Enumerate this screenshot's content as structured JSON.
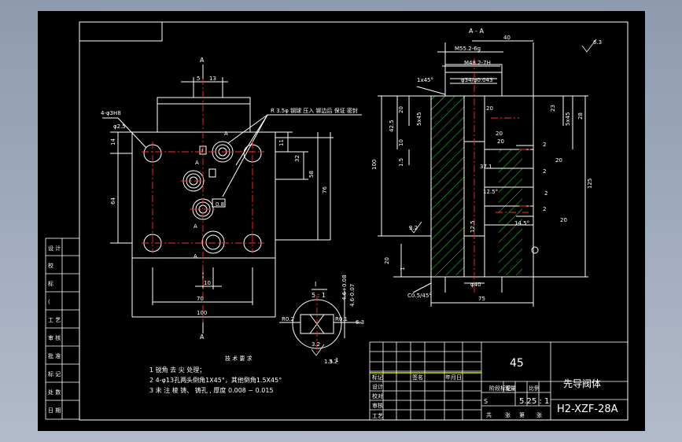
{
  "colors": {
    "background": "#a2acbe",
    "sheet": "#000000",
    "lines": "#ffffff",
    "center_lines": "#ff2b2b",
    "hatch": "#2ecc40",
    "accent_yellow": "#ffff00"
  },
  "section_mark": "A",
  "section_view_title": "A - A",
  "detail_view": {
    "label": "I",
    "scale": "5 : 1"
  },
  "front_view_labels": {
    "hole_callout_top": "4-φ3H8",
    "hole_callout_bottom": "φ2.5",
    "note_callout": "R 3.5φ 钢球 压入 铆边后 保证 密封",
    "ref_marks": [
      "A",
      "A",
      "A",
      "A"
    ],
    "tag_I": "I"
  },
  "front_view_dims": [
    "5",
    "13",
    "14",
    "11",
    "32",
    "58",
    "76",
    "64",
    "10",
    "70",
    "100",
    "0.8"
  ],
  "section_view_dims": [
    "40",
    "M55.2-6g",
    "M48.2-7H",
    "1x45°",
    "φ34/φ0.043",
    "20",
    "5x45",
    "42.5",
    "20",
    "10",
    "1.5",
    "100",
    "125",
    "23",
    "5x45",
    "28",
    "20",
    "37.1",
    "2",
    "2",
    "20",
    "12.5°",
    "20",
    "2",
    "14.5°",
    "20",
    "2",
    "12.5",
    "20",
    "1",
    "3.2",
    "φ40",
    "C0.5/45°",
    "75",
    "6.3"
  ],
  "detail_dims": [
    "R0.2",
    "R0.1",
    "6.3",
    "1.5",
    "4.6+0.08",
    "4.6-0.07",
    "3.2",
    "1",
    "3.2"
  ],
  "tech_requirements": {
    "title": "技 术 要 求",
    "items": [
      "1  锐角 去 尖 处理；",
      "2  4-φ13孔两头倒角1X45°，其他倒角1.5X45°",
      "3  未 注 棱 铸、 铸孔 , 厚度 0.008 ~ 0.015"
    ]
  },
  "left_strip": [
    "设 计",
    "校",
    "标",
    "(",
    "工 艺",
    "审 核",
    "批 准",
    "标 记",
    "处 数",
    "日 期"
  ],
  "title_block": {
    "material": "45",
    "part_name": "先导阀体",
    "drawing_number": "H2-XZF-28A",
    "scale": "5.25 : 1",
    "scale_prefix": "S",
    "row_labels": [
      "标记",
      "设计",
      "校对",
      "审核",
      "工艺"
    ],
    "small_labels": [
      "签名",
      "年月日",
      "阶段标记",
      "重量",
      "比例",
      "共",
      "张",
      "第",
      "张"
    ]
  }
}
